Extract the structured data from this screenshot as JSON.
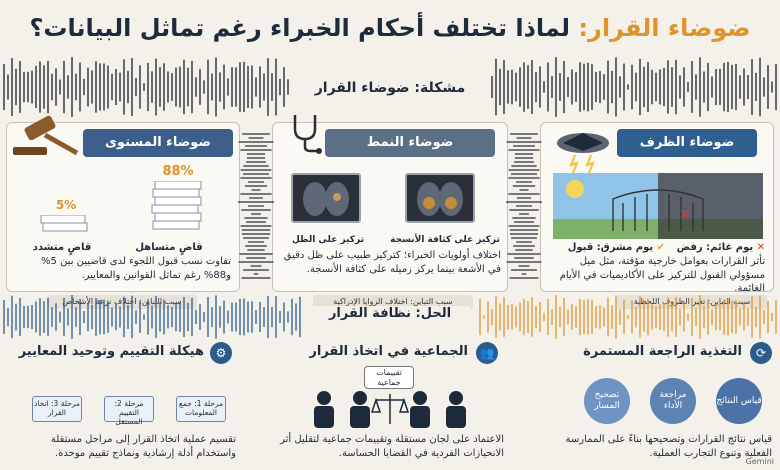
{
  "header": {
    "title_highlight": "ضوضاء القرار:",
    "title_rest": "لماذا تختلف أحكام الخبراء رغم تماثل البيانات؟",
    "problem_label": "مشكلة: ضوضاء القرار"
  },
  "panels": [
    {
      "key": "circumstance",
      "title": "ضوضاء الظرف",
      "color": "#2f5f91",
      "bad_day": "يوم غائم: رفض",
      "good_day": "يوم مشرق: قبول",
      "description": "تأثر القرارات بعوامل خارجية مؤقتة، مثل ميل مسؤولي القبول للتركيز على الأكاديميات في الأيام الغائمة.",
      "cause": "سبب التباين: تغير الظروف اللحظية"
    },
    {
      "key": "pattern",
      "title": "ضوضاء النمط",
      "color": "#5b6f86",
      "left_label": "تركيز على الظل",
      "right_label": "تركيز على كثافة الأنسجة",
      "description": "اختلاف أولويات الخبراء؛ كتركيز طبيب على ظل دقيق في الأشعة بينما يركز زميله على كثافة الأنسجة.",
      "cause": "سبب التباين: اختلاف الزوايا الإدراكية"
    },
    {
      "key": "level",
      "title": "ضوضاء المستوى",
      "color": "#3b5f8a",
      "strict_pct": "5%",
      "lenient_pct": "88%",
      "strict_label": "قاضٍ متشدد",
      "lenient_label": "قاضٍ متساهل",
      "description": "تفاوت نسب قبول اللجوء لدى قاضيين بين 5% و88% رغم تماثل القوانين والمعايير.",
      "cause": "سبب التباين: اختلاف نزعة الأشخاص"
    }
  ],
  "solution": {
    "label": "الحل: نظافة القرار",
    "feedback": {
      "title": "التغذية الراجعة المستمرة",
      "steps": [
        "قياس النتائج",
        "مراجعة الأداء",
        "تصحيح المسار"
      ],
      "description": "قياس نتائج القرارات وتصحيحها بناءً على الممارسة الفعلية وتنوع التجارب العملية."
    },
    "collective": {
      "title": "الجماعية في اتخاذ القرار",
      "badge": "تقييمات جماعية",
      "description": "الاعتماد على لجان مستقلة وتقييمات جماعية لتقليل أثر الانحيازات الفردية في القضايا الحساسة."
    },
    "structure": {
      "title": "هيكلة التقييم وتوحيد المعايير",
      "stages": [
        "مرحلة 1: جمع المعلومات",
        "مرحلة 2: التقييم المستقل",
        "مرحلة 3: اتخاذ القرار"
      ],
      "description": "تقسيم عملية اتخاذ القرار إلى مراحل مستقلة واستخدام أدلة إرشادية ونماذج تقييم موحدة."
    }
  },
  "footer": {
    "logo": "Gemini"
  }
}
